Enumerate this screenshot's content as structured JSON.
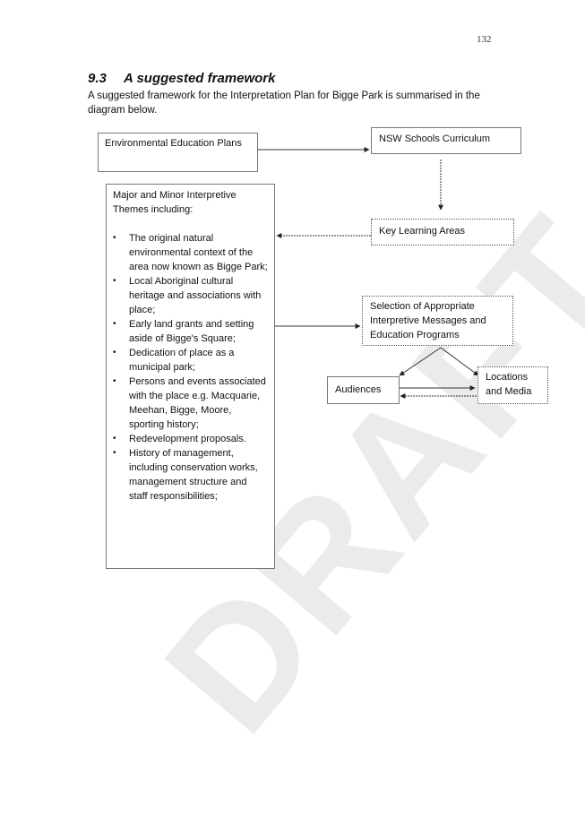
{
  "page": {
    "number": "132"
  },
  "section": {
    "number": "9.3",
    "title": "A suggested framework",
    "intro": "A suggested framework for the Interpretation Plan for Bigge Park is summarised in the diagram below."
  },
  "diagram": {
    "environmental_education": "Environmental Education Plans",
    "nsw_curriculum": "NSW Schools Curriculum",
    "key_learning_areas": "Key Learning Areas",
    "selection": "Selection of Appropriate Interpretive Messages and Education Programs",
    "audiences": "Audiences",
    "locations_media": "Locations and Media",
    "themes": {
      "heading": "Major and Minor Interpretive Themes including:",
      "items": [
        "The original natural environmental context of the area now known as Bigge Park;",
        "Local Aboriginal cultural heritage and associations with place;",
        "Early land grants and setting aside of Bigge's Square;",
        "Dedication of place as a municipal park;",
        "Persons and events associated with the place e.g. Macquarie, Meehan, Bigge, Moore, sporting history;",
        "Redevelopment proposals.",
        "History of management, including conservation works, management structure and staff responsibilities;"
      ]
    }
  },
  "watermark": "DRAFT"
}
